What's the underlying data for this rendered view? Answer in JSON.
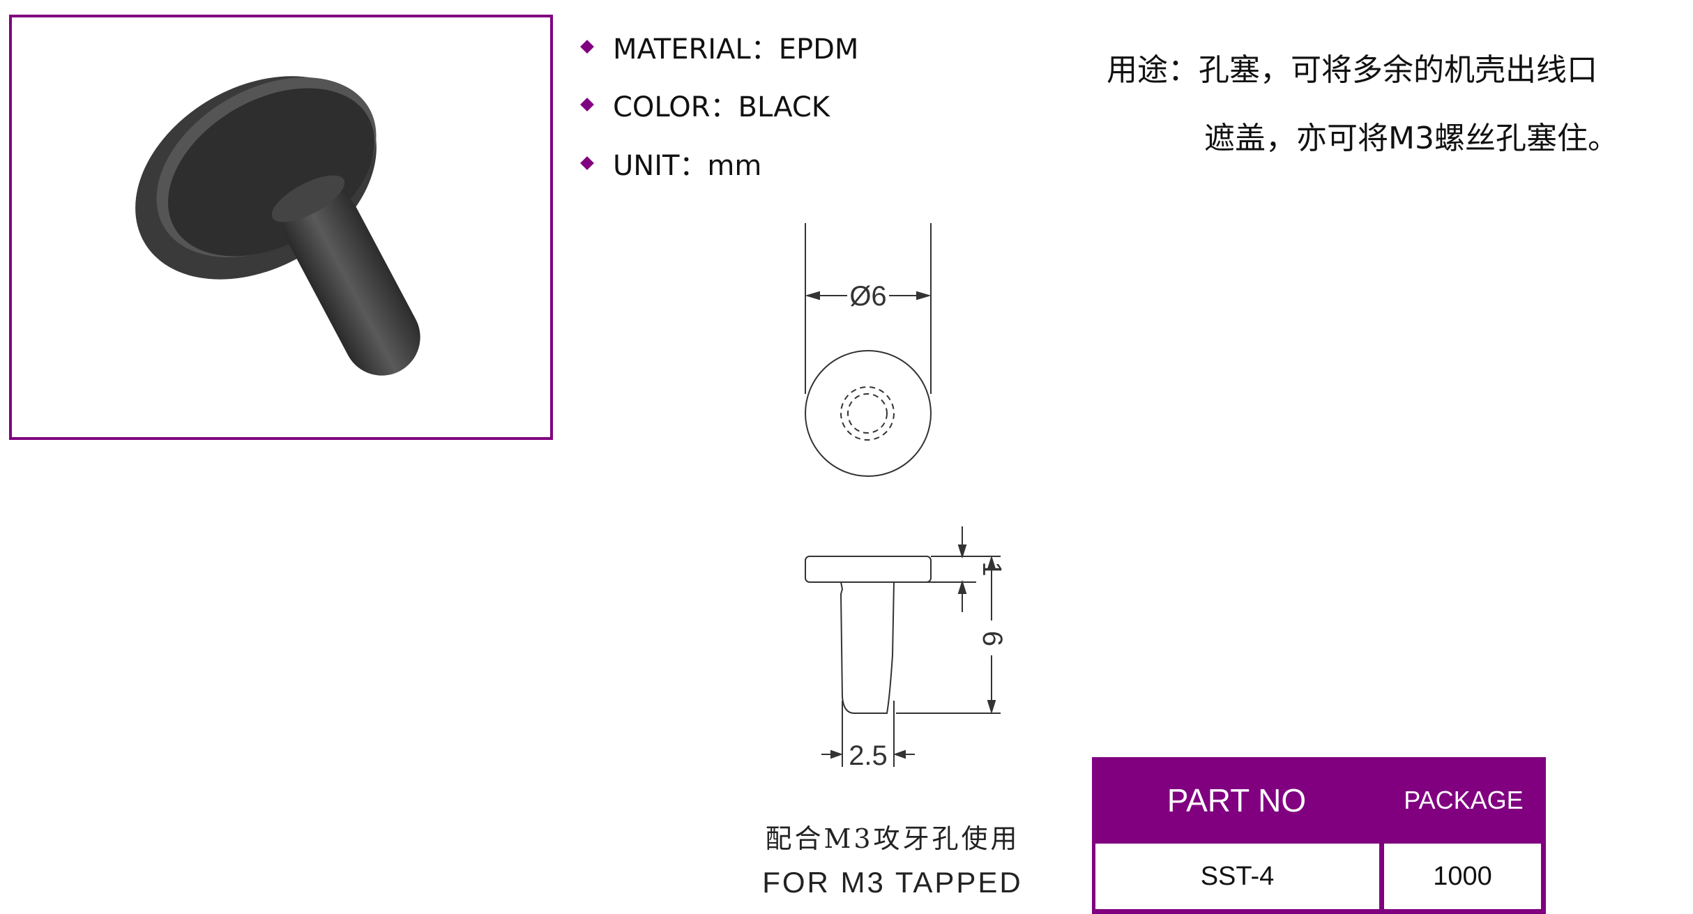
{
  "specs": [
    {
      "label": "MATERIAL：EPDM"
    },
    {
      "label": "COLOR：BLACK"
    },
    {
      "label": "UNIT：mm"
    }
  ],
  "usage": {
    "line1": "用途：孔塞，可将多余的机壳出线口",
    "line2": "遮盖，亦可将M3螺丝孔塞住。"
  },
  "drawing": {
    "diameter": "Ø6",
    "head_thickness": "1",
    "length": "6",
    "shank_diameter": "2.5"
  },
  "caption": {
    "cn": "配合M3攻牙孔使用",
    "en": "FOR M3 TAPPED"
  },
  "table": {
    "headers": [
      "PART NO",
      "PACKAGE"
    ],
    "row": [
      "SST-4",
      "1000"
    ]
  },
  "colors": {
    "accent": "#800080"
  }
}
